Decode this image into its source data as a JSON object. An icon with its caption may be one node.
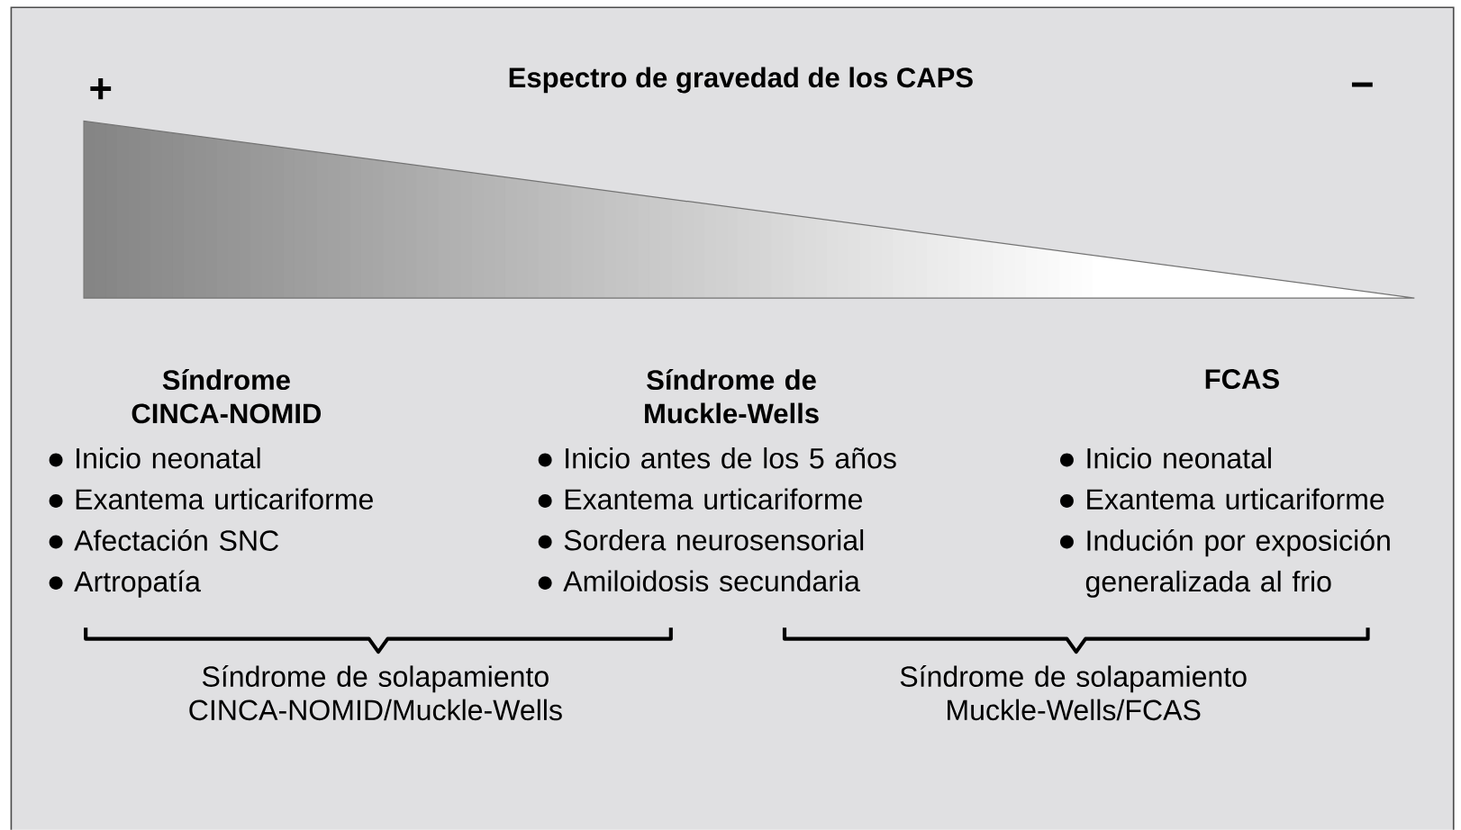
{
  "diagram": {
    "title": "Espectro de gravedad de los CAPS",
    "labels": [
      "+",
      "−",
      "Síndrome CINCA-NOMID",
      "Inicio neonatal",
      "Exantema urticariforme",
      "Afectación SNC",
      "Artropatía",
      "Síndrome de Muckle-Wells",
      "Inicio antes de los 5 años",
      "Exantema urticariforme",
      "Sordera neurosensorial",
      "Amiloidosis secundaria",
      "FCAS",
      "Inicio neonatal",
      "Exantema urticariforme",
      "Indución por exposición generalizada al frio",
      "Síndrome de solapamiento CINCA-NOMID/Muckle-Wells",
      "Síndrome de solapamiento Muckle-Wells/FCAS"
    ]
  }
}
